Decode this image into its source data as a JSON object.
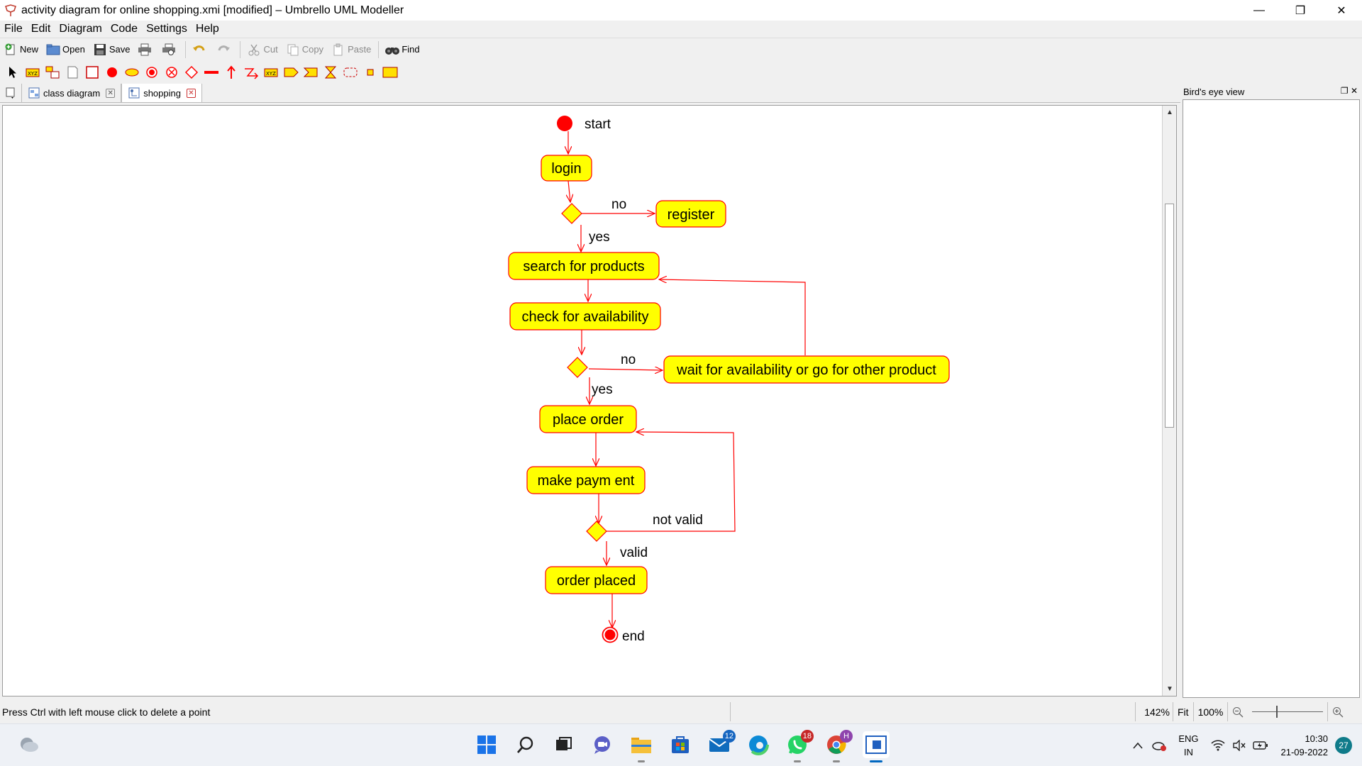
{
  "window": {
    "title": "activity diagram for online shopping.xmi [modified] – Umbrello UML Modeller",
    "minimize": "—",
    "maximize": "❐",
    "close": "✕"
  },
  "menu": [
    "File",
    "Edit",
    "Diagram",
    "Code",
    "Settings",
    "Help"
  ],
  "toolbar": {
    "new": "New",
    "open": "Open",
    "save": "Save",
    "cut": "Cut",
    "copy": "Copy",
    "paste": "Paste",
    "find": "Find"
  },
  "tabs": [
    {
      "label": "class diagram",
      "active": false
    },
    {
      "label": "shopping",
      "active": true
    }
  ],
  "birdseye": {
    "title": "Bird's eye view"
  },
  "diagram": {
    "start_label": "start",
    "end_label": "end",
    "activities": {
      "login": "login",
      "register": "register",
      "search": "search for products",
      "check": "check for availability",
      "wait": "wait for availability or go for other product",
      "place_order": "place order",
      "payment": "make paym ent",
      "order_placed": "order placed"
    },
    "guards": {
      "g1_no": "no",
      "g1_yes": "yes",
      "g2_no": "no",
      "g2_yes": "yes",
      "g3_not_valid": "not valid",
      "g3_valid": "valid"
    }
  },
  "status": {
    "message": "Press Ctrl with left mouse click to delete a point",
    "zoom": "142%",
    "fit": "Fit",
    "hundred": "100%"
  },
  "taskbar": {
    "badges": {
      "mail": "12",
      "whatsapp": "18",
      "chrome": "H"
    },
    "lang_line1": "ENG",
    "lang_line2": "IN",
    "time": "10:30",
    "date": "21-09-2022",
    "notifications": "27"
  },
  "colors": {
    "activity_fill": "#ffff00",
    "activity_stroke": "#ff0000",
    "start_node": "#ff0000"
  }
}
